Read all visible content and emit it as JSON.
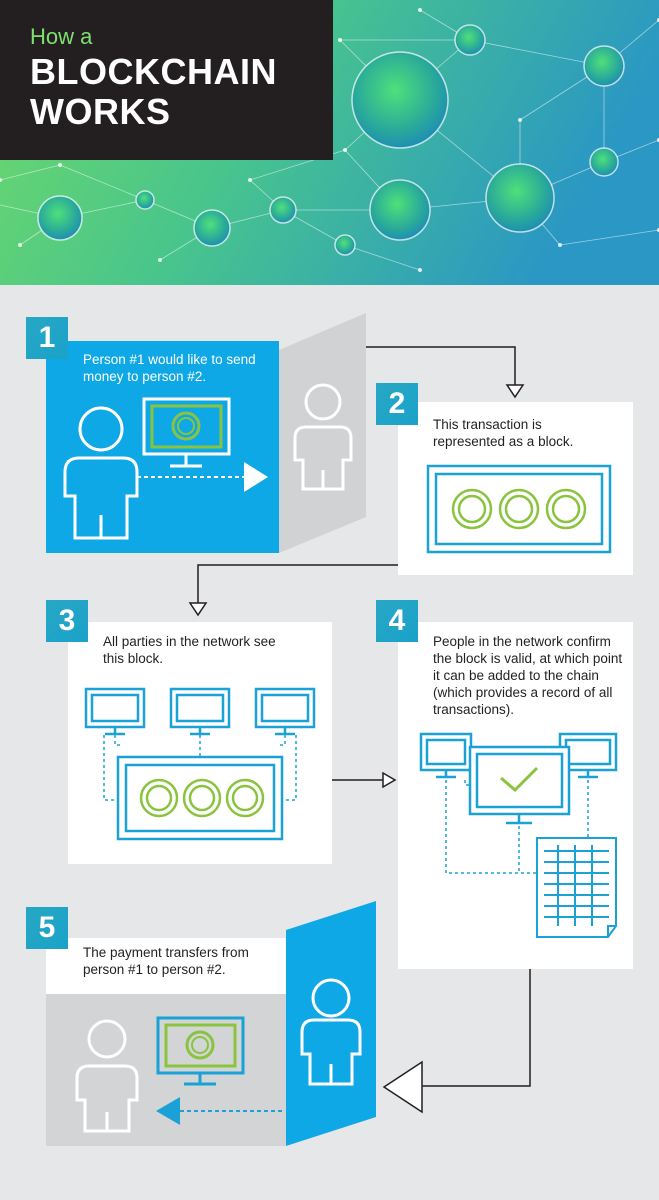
{
  "header": {
    "subtitle": "How a",
    "title_line1": "BLOCKCHAIN",
    "title_line2": "WORKS"
  },
  "colors": {
    "blue": "#0fa8e6",
    "green": "#8ac43f",
    "dark": "#231f20",
    "background": "#e6e7e9",
    "grey_panel": "#d3d4d6"
  },
  "steps": [
    {
      "number": "1",
      "text": "Person #1 would like to send money to person #2."
    },
    {
      "number": "2",
      "text": "This transaction is represented as a block."
    },
    {
      "number": "3",
      "text": "All parties in the network see this block."
    },
    {
      "number": "4",
      "text": "People in the network confirm the block is valid, at which point it can be added to the chain (which provides a record of all transactions)."
    },
    {
      "number": "5",
      "text": "The payment transfers from person #1 to person #2."
    }
  ],
  "icons": [
    "person-icon",
    "monitor-icon",
    "coin-icon",
    "block-icon",
    "checkmark-icon",
    "ledger-icon",
    "arrow-icon",
    "network-icon"
  ]
}
